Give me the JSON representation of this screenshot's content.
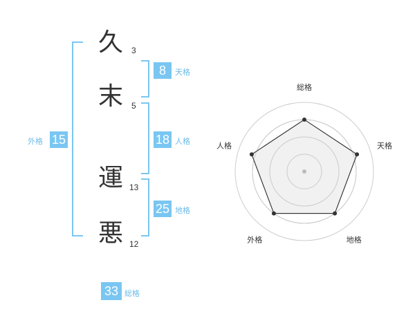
{
  "name": {
    "chars": [
      {
        "char": "久",
        "strokes": "3"
      },
      {
        "char": "末",
        "strokes": "5"
      },
      {
        "char": "運",
        "strokes": "13"
      },
      {
        "char": "悪",
        "strokes": "12"
      }
    ]
  },
  "fortunes": {
    "tenkaku": {
      "label": "天格",
      "value": "8"
    },
    "jinkaku": {
      "label": "人格",
      "value": "18"
    },
    "chikaku": {
      "label": "地格",
      "value": "25"
    },
    "gaikaku": {
      "label": "外格",
      "value": "15"
    },
    "soukaku": {
      "label": "総格",
      "value": "33"
    }
  },
  "chart_data": {
    "type": "radar",
    "axes": [
      "総格",
      "天格",
      "地格",
      "外格",
      "人格"
    ],
    "values": [
      0.75,
      0.8,
      0.75,
      0.75,
      0.8
    ],
    "rings": 4,
    "colors": {
      "grid": "#cccccc",
      "fill": "#eeeeee",
      "line": "#333333",
      "point": "#333333",
      "center": "#bbbbbb"
    }
  }
}
